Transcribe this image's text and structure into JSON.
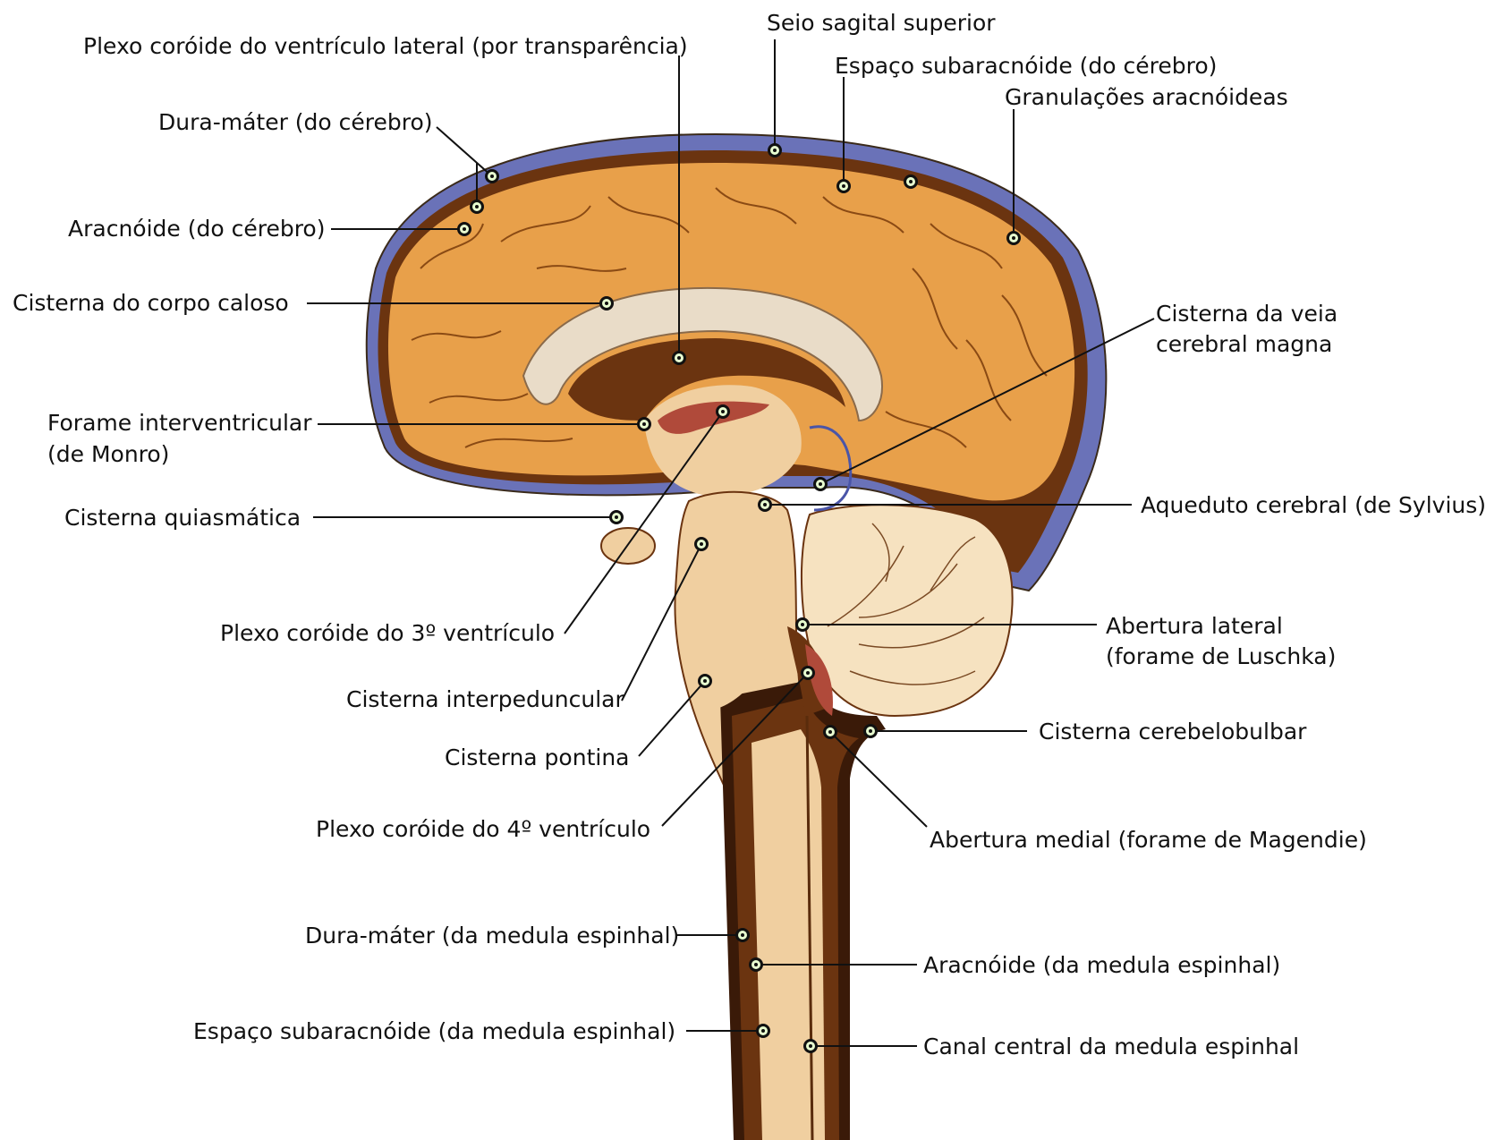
{
  "labels": {
    "plexo_lateral": "Plexo coróide do ventrículo lateral (por transparência)",
    "seio_sagital": "Seio sagital superior",
    "espaco_sub_cerebro": "Espaço subaracnóide (do cérebro)",
    "granulacoes": "Granulações aracnóideas",
    "dura_cerebro": "Dura-máter (do cérebro)",
    "aracnoide_cerebro": "Aracnóide (do cérebro)",
    "cisterna_corpo_caloso": "Cisterna do corpo caloso",
    "cisterna_veia_1": "Cisterna da veia",
    "cisterna_veia_2": "cerebral magna",
    "forame_1": "Forame interventricular",
    "forame_2": "(de Monro)",
    "aqueduto": "Aqueduto cerebral (de Sylvius)",
    "cisterna_quiasmatica": "Cisterna quiasmática",
    "abertura_lateral_1": "Abertura lateral",
    "abertura_lateral_2": "(forame de Luschka)",
    "plexo_3": "Plexo coróide do 3º ventrículo",
    "cisterna_interpeduncular": "Cisterna interpeduncular",
    "cisterna_cerebelobulbar": "Cisterna cerebelobulbar",
    "cisterna_pontina": "Cisterna pontina",
    "plexo_4": "Plexo coróide do 4º ventrículo",
    "abertura_medial": "Abertura medial (forame de Magendie)",
    "dura_medula": "Dura-máter (da medula espinhal)",
    "aracnoide_medula": "Aracnóide (da medula espinhal)",
    "espaco_sub_medula": "Espaço subaracnóide (da medula espinhal)",
    "canal_central": "Canal central da medula espinhal"
  },
  "colors": {
    "dura_blue": "#6a72b8",
    "brain_orange": "#e8a04a",
    "space_brown": "#6b3410",
    "stem_beige": "#f0cfa0",
    "cerebellum_cream": "#f6e2c0",
    "plexus_red": "#b04a3a"
  }
}
